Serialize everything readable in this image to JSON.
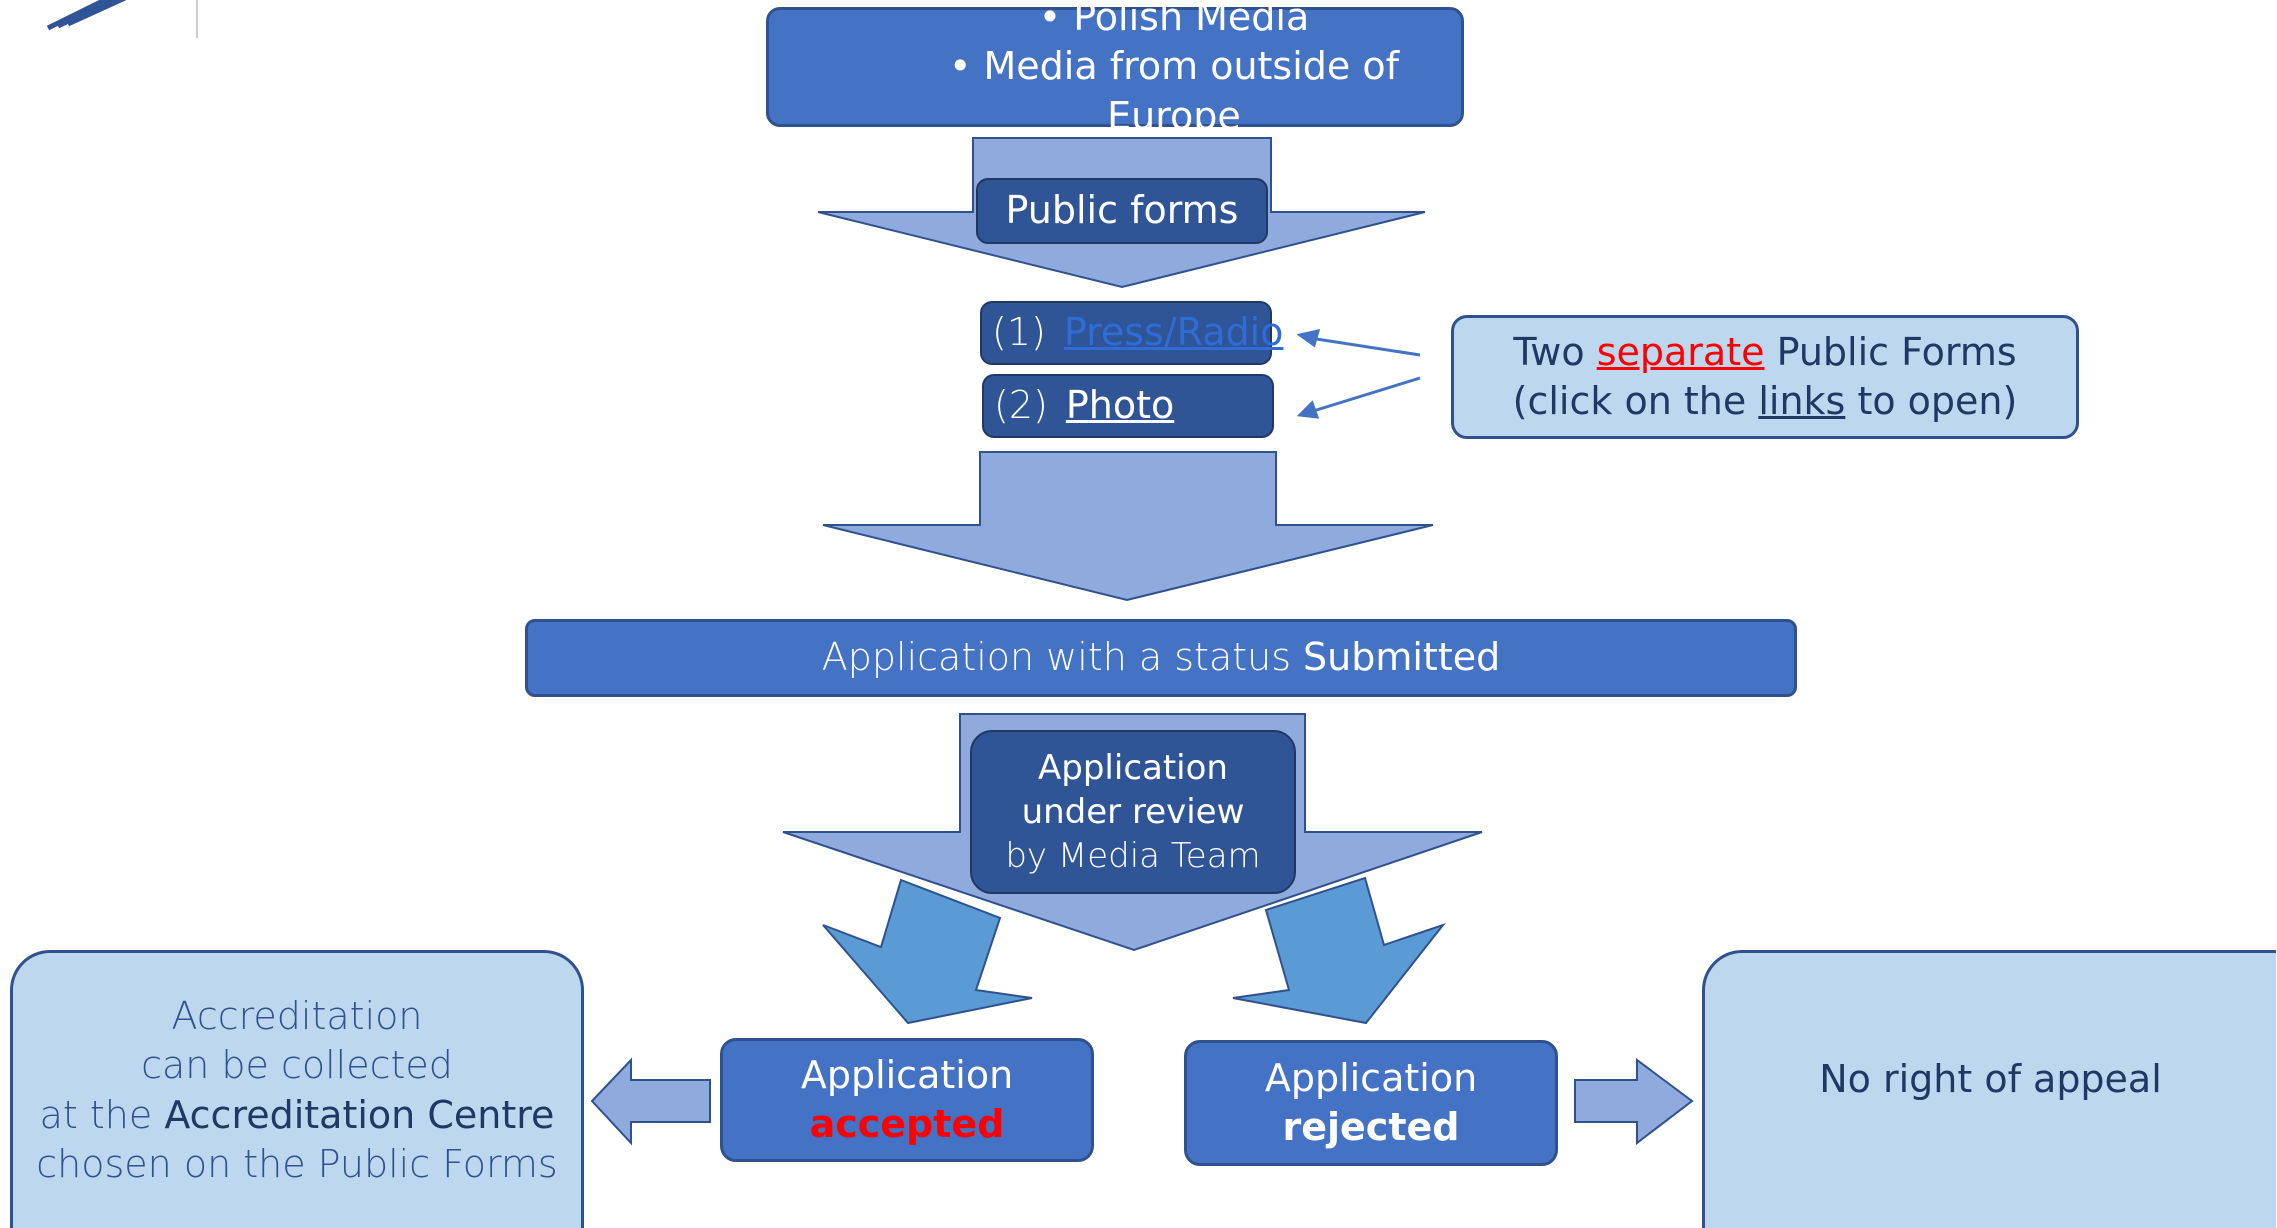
{
  "top_box": {
    "items": [
      "Polish Media",
      "Media from outside of Europe"
    ]
  },
  "public_forms_label": "Public forms",
  "forms": [
    {
      "number": "(1)",
      "label": "Press/Radio"
    },
    {
      "number": "(2)",
      "label": "Photo"
    }
  ],
  "callout": {
    "pre": "Two",
    "highlight": "separate",
    "post": "Public Forms",
    "line2_pre": "(click on the",
    "line2_link": "links",
    "line2_post": "to open)"
  },
  "submitted": {
    "text": "Application with a status",
    "status": "Submitted"
  },
  "review": {
    "line1": "Application",
    "line2": "under review",
    "line3": "by Media Team"
  },
  "accepted": {
    "line1": "Application",
    "line2": "accepted"
  },
  "rejected": {
    "line1": "Application",
    "line2": "rejected"
  },
  "accreditation": {
    "line1": "Accreditation",
    "line2": "can be collected",
    "line3_pre": "at the",
    "line3_bold": "Accreditation Centre",
    "line4": "chosen on the Public Forms"
  },
  "no_appeal": "No right of appeal",
  "colors": {
    "box_blue": "#4472c4",
    "box_dark": "#2f5597",
    "arrow_fill": "#8faadc",
    "arrow_fill_mid": "#5b9bd5",
    "callout_bg": "#bdd7ee",
    "highlight_red": "#ff0000"
  }
}
